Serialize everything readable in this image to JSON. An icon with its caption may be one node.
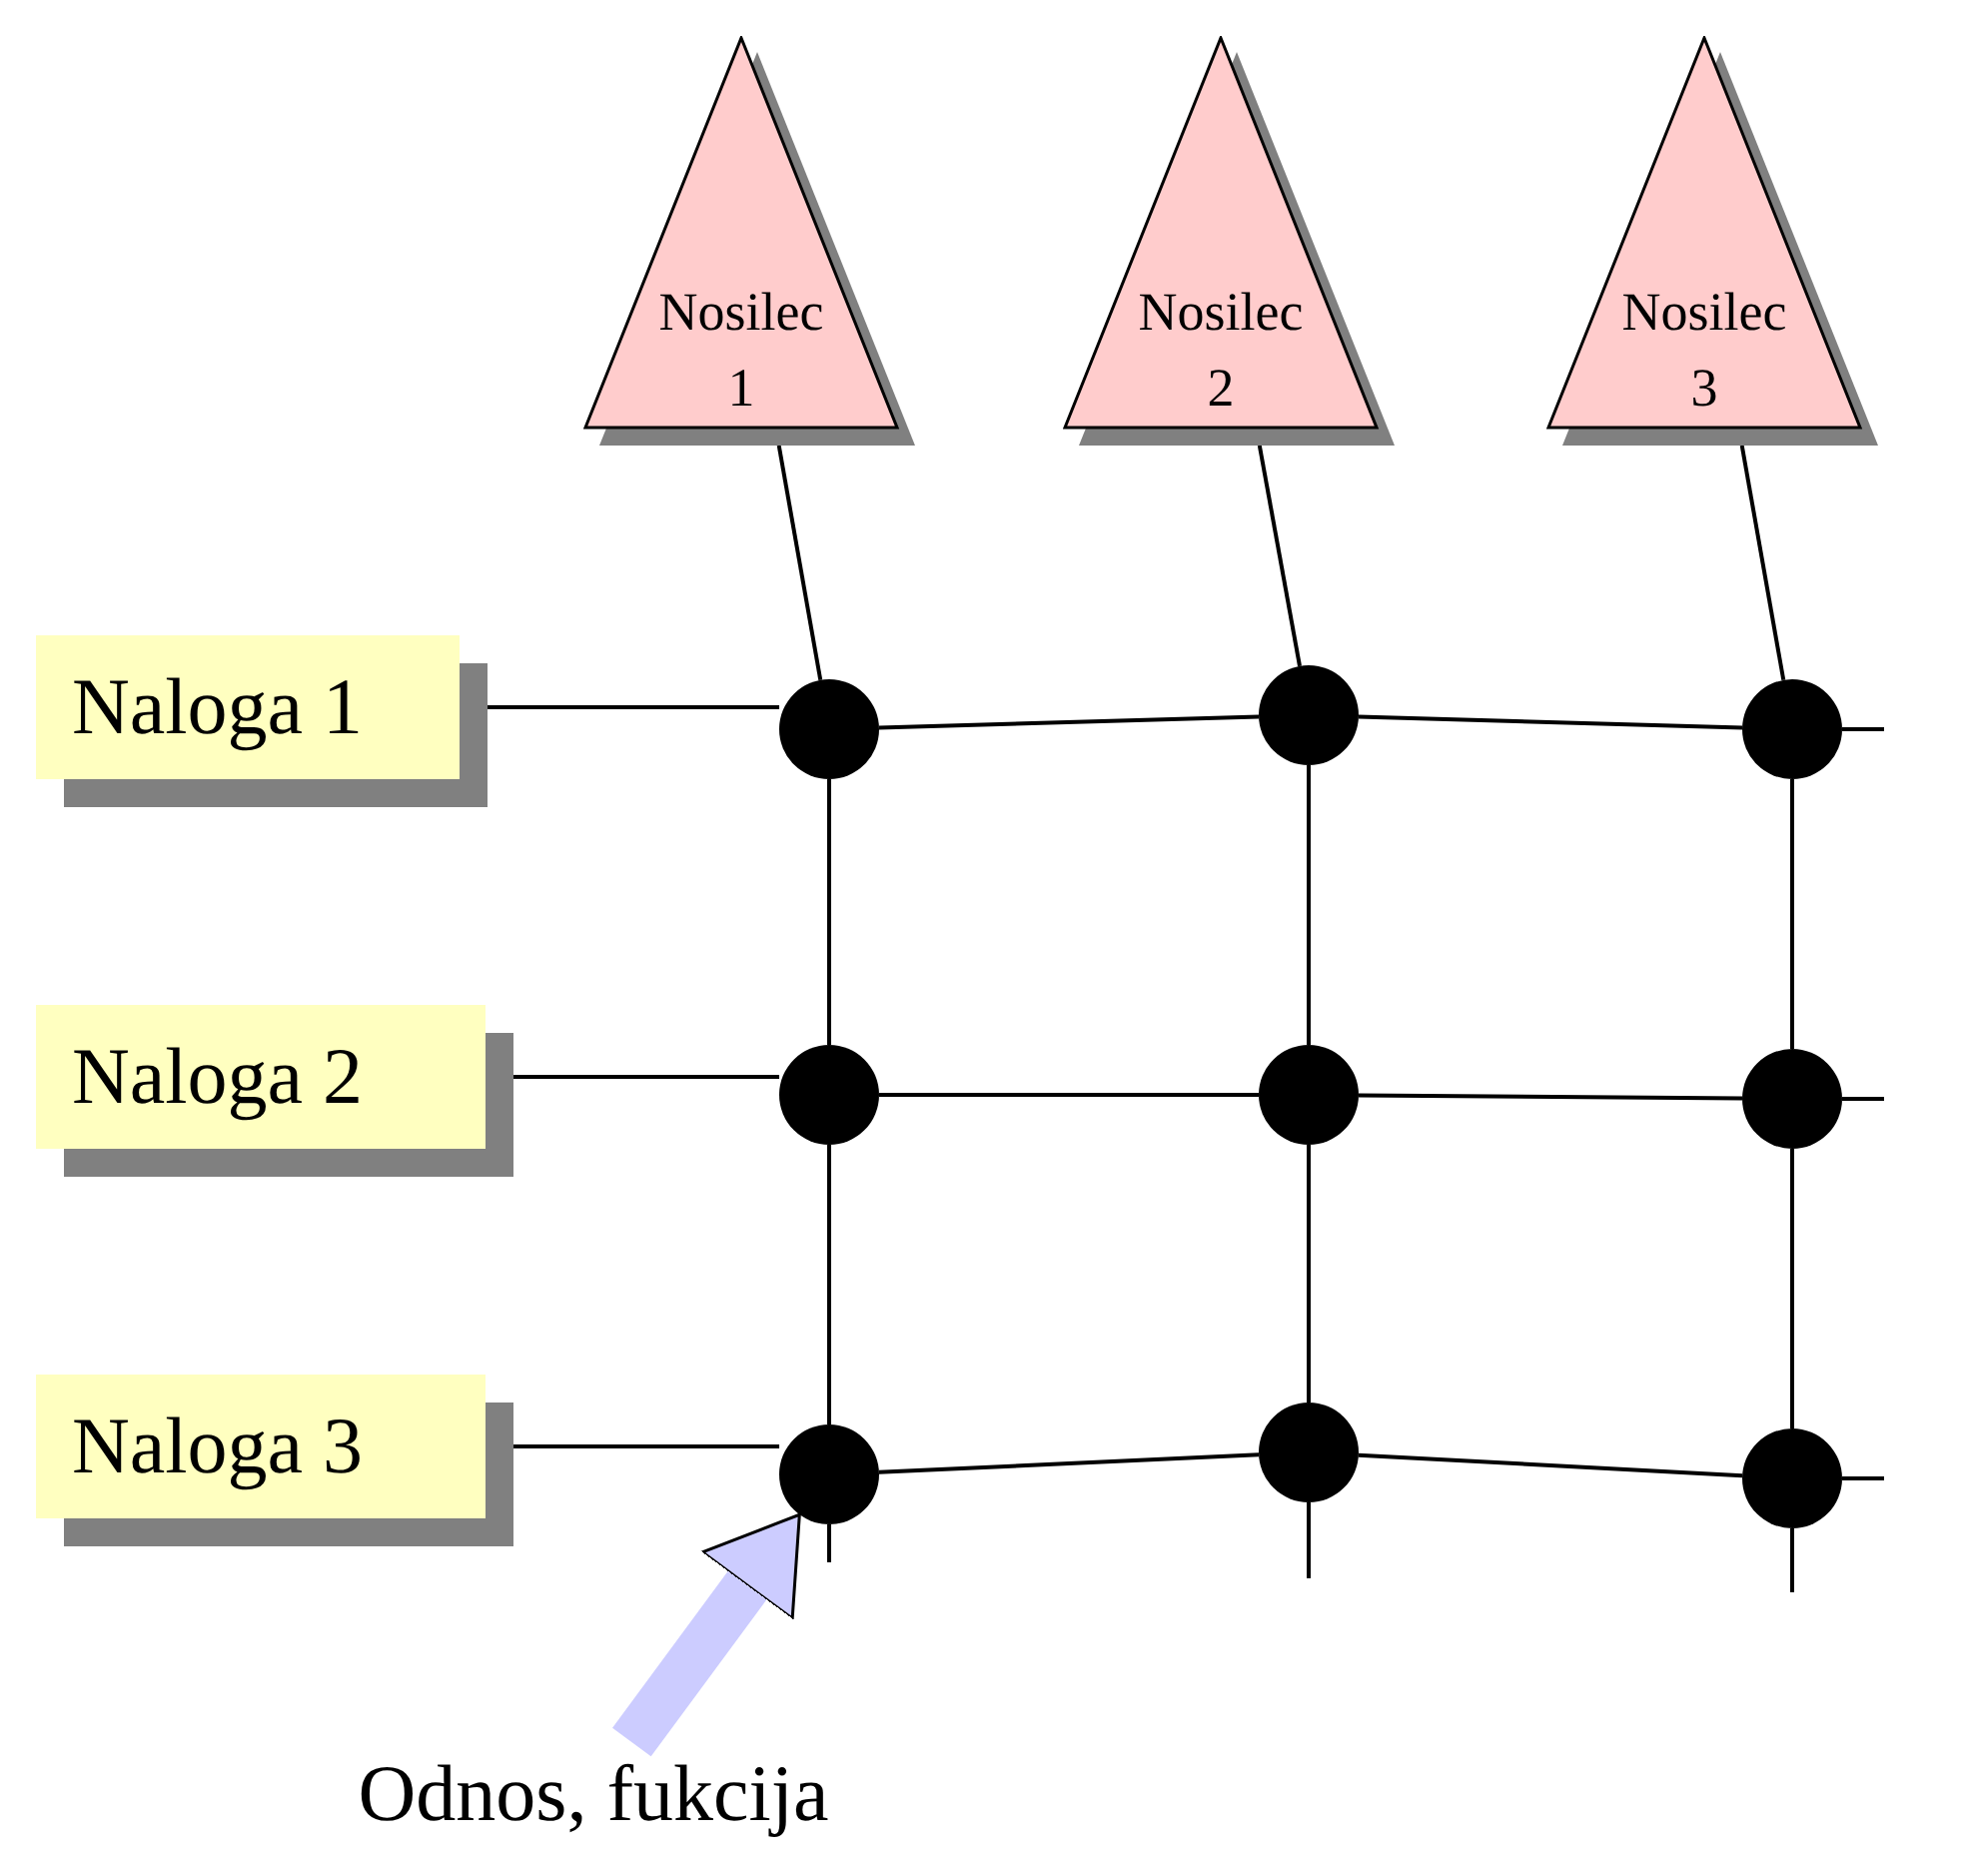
{
  "diagram": {
    "nodes": [
      {
        "text": [
          "Nosilec 1"
        ]
      },
      {
        "text": [
          "Nosilec 2"
        ]
      },
      {
        "text": [
          "Nosilec 3"
        ]
      },
      {
        "text": [
          "Naloga 1"
        ]
      },
      {
        "text": [],
        "shape": "circle"
      },
      {
        "text": [],
        "shape": "circle"
      },
      {
        "text": [],
        "shape": "circle"
      },
      {
        "text": [
          "Naloga 2"
        ]
      },
      {
        "text": [],
        "shape": "circle"
      },
      {
        "text": [],
        "shape": "circle"
      },
      {
        "text": [],
        "shape": "circle"
      },
      {
        "text": [
          "Naloga 3"
        ]
      },
      {
        "text": [],
        "shape": "circle"
      },
      {
        "text": [],
        "shape": "circle"
      },
      {
        "text": [],
        "shape": "circle"
      },
      {
        "text": [
          "Odnos, fukcija"
        ]
      }
    ],
    "edges": [
      {
        "from": 0,
        "to": 4,
        "arrow": "none"
      },
      {
        "from": 4,
        "to": 8,
        "arrow": "none"
      },
      {
        "from": 8,
        "to": 12,
        "arrow": "none"
      },
      {
        "from": 12,
        "to": null,
        "arrow": "none"
      },
      {
        "from": 1,
        "to": 5,
        "arrow": "none"
      },
      {
        "from": 5,
        "to": 9,
        "arrow": "none"
      },
      {
        "from": 9,
        "to": 13,
        "arrow": "none"
      },
      {
        "from": 13,
        "to": null,
        "arrow": "none"
      },
      {
        "from": 2,
        "to": 6,
        "arrow": "none"
      },
      {
        "from": 6,
        "to": 10,
        "arrow": "none"
      },
      {
        "from": 10,
        "to": 14,
        "arrow": "none"
      },
      {
        "from": 14,
        "to": null,
        "arrow": "none"
      },
      {
        "from": 3,
        "to": 4,
        "arrow": "none"
      },
      {
        "from": 4,
        "to": 5,
        "arrow": "none"
      },
      {
        "from": 5,
        "to": 6,
        "arrow": "none"
      },
      {
        "from": 6,
        "to": null,
        "arrow": "none"
      },
      {
        "from": 7,
        "to": 8,
        "arrow": "none"
      },
      {
        "from": 8,
        "to": 9,
        "arrow": "none"
      },
      {
        "from": 9,
        "to": 10,
        "arrow": "none"
      },
      {
        "from": 10,
        "to": null,
        "arrow": "none"
      },
      {
        "from": 11,
        "to": 12,
        "arrow": "none"
      },
      {
        "from": 12,
        "to": 13,
        "arrow": "none"
      },
      {
        "from": 13,
        "to": 14,
        "arrow": "none"
      },
      {
        "from": 14,
        "to": null,
        "arrow": "none"
      },
      {
        "from": 15,
        "to": 12,
        "arrow": "to",
        "style": "thick",
        "color": "#ccccff"
      }
    ]
  }
}
